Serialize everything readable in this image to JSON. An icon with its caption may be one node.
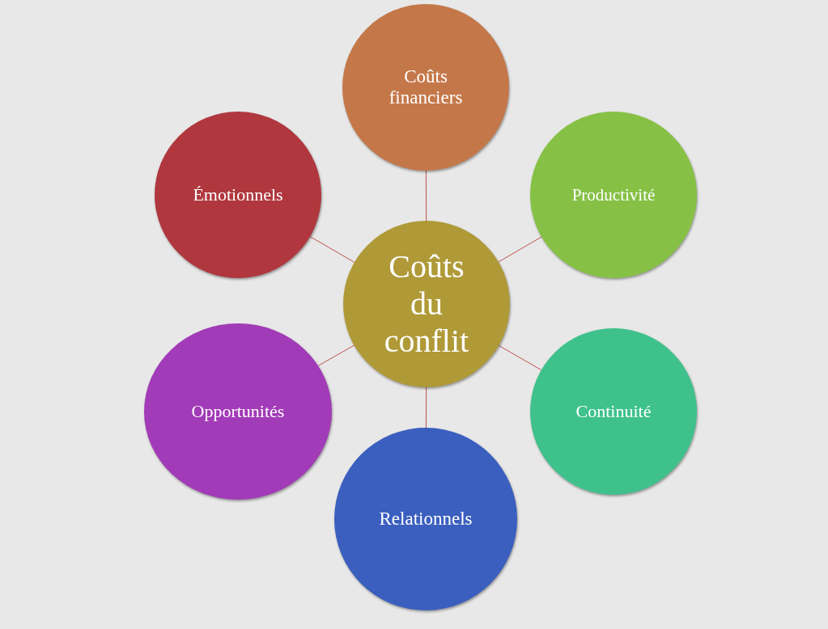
{
  "diagram": {
    "nodes": [
      {
        "text": [
          "Coûts du conflit"
        ]
      },
      {
        "text": [
          "Coûts financiers"
        ]
      },
      {
        "text": [
          "Émotionnels"
        ]
      },
      {
        "text": [
          "Productivité"
        ]
      },
      {
        "text": [
          "Opportunités"
        ]
      },
      {
        "text": [
          "Continuité"
        ]
      },
      {
        "text": [
          "Relationnels"
        ]
      }
    ],
    "edges": [
      {
        "from": 0,
        "to": 1,
        "arrow": "none"
      },
      {
        "from": 0,
        "to": 2,
        "arrow": "none"
      },
      {
        "from": 0,
        "to": 3,
        "arrow": "none"
      },
      {
        "from": 0,
        "to": 4,
        "arrow": "none"
      },
      {
        "from": 0,
        "to": 5,
        "arrow": "none"
      },
      {
        "from": 0,
        "to": 6,
        "arrow": "none"
      }
    ]
  }
}
